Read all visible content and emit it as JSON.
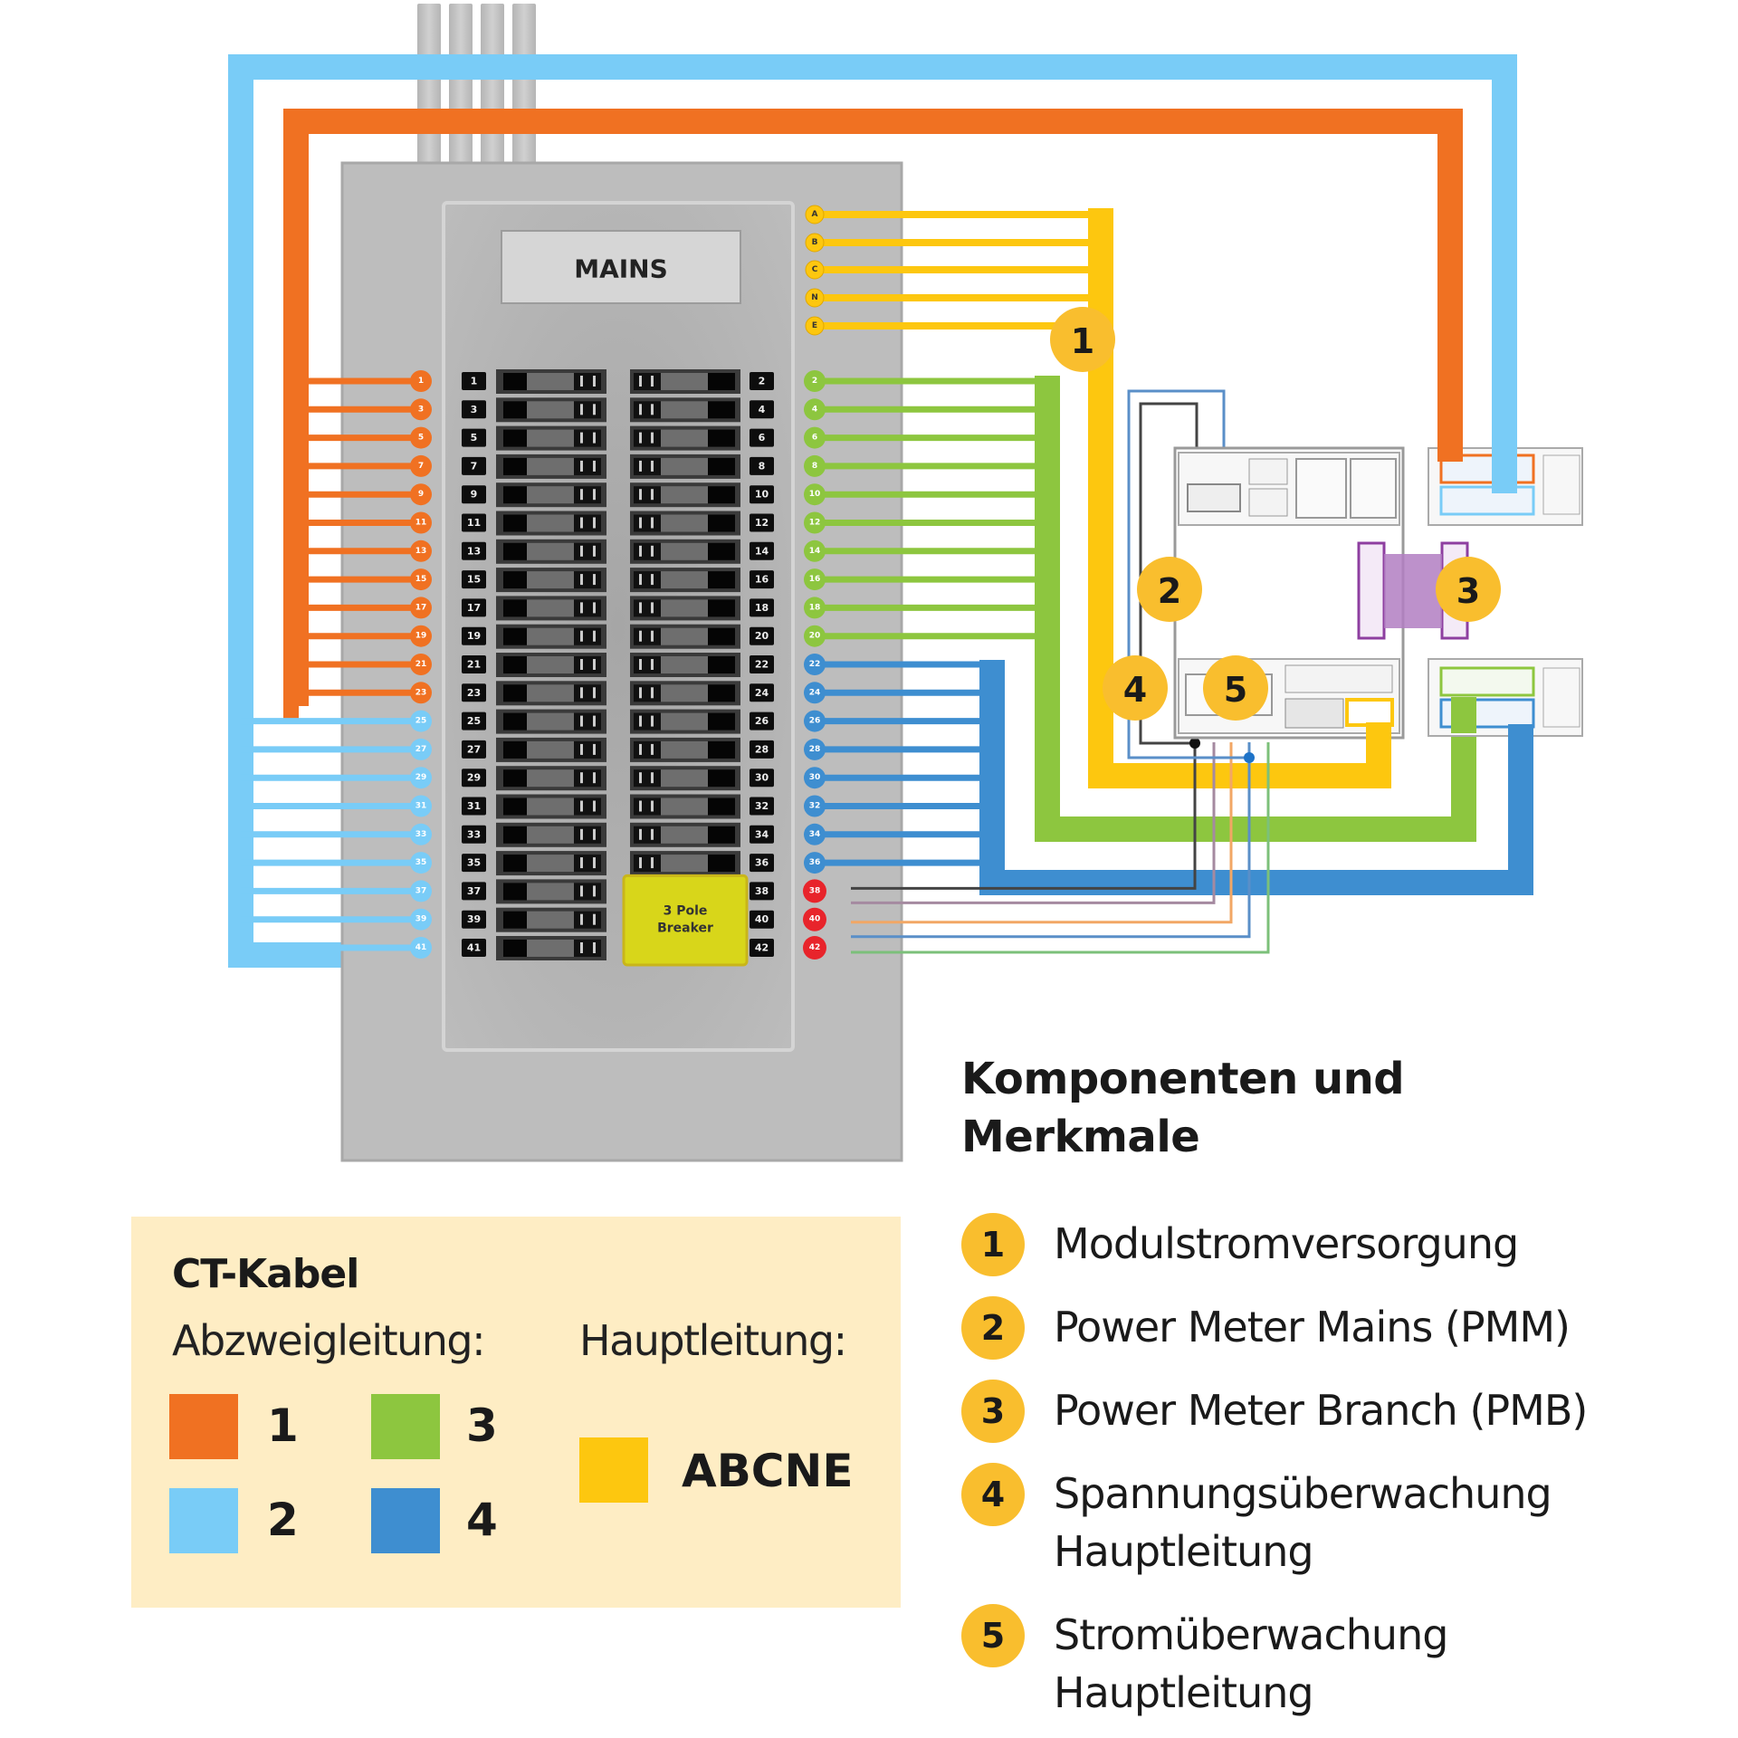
{
  "panel": {
    "mains_label": "MAINS",
    "three_pole_breaker_label": [
      "3 Pole",
      "Breaker"
    ],
    "main_terminals": [
      "A",
      "B",
      "C",
      "N",
      "E"
    ],
    "left_breakers": [
      "1",
      "3",
      "5",
      "7",
      "9",
      "11",
      "13",
      "15",
      "17",
      "19",
      "21",
      "23",
      "25",
      "27",
      "29",
      "31",
      "33",
      "35",
      "37",
      "39",
      "41"
    ],
    "right_breakers": [
      "2",
      "4",
      "6",
      "8",
      "10",
      "12",
      "14",
      "16",
      "18",
      "20",
      "22",
      "24",
      "26",
      "28",
      "30",
      "32",
      "34",
      "36",
      "38",
      "40",
      "42"
    ]
  },
  "colors": {
    "branch_1": "#F07122",
    "branch_2": "#79CCF7",
    "branch_3": "#8DC63F",
    "branch_4": "#3E8ED0",
    "mains": "#FDC70F",
    "badge": "#F9BE2E",
    "unmonitored": "#E8242B",
    "legend_bg": "#FEEDC4"
  },
  "diagram_badges": [
    "1",
    "2",
    "3",
    "4",
    "5"
  ],
  "legend": {
    "title": "CT-Kabel",
    "branch_heading": "Abzweigleitung:",
    "mains_heading": "Hauptleitung:",
    "branch_items": [
      {
        "label": "1",
        "color": "#F07122"
      },
      {
        "label": "2",
        "color": "#79CCF7"
      },
      {
        "label": "3",
        "color": "#8DC63F"
      },
      {
        "label": "4",
        "color": "#3E8ED0"
      }
    ],
    "mains_item": {
      "label": "ABCNE",
      "color": "#FDC70F"
    }
  },
  "features": {
    "title_line1": "Komponenten und",
    "title_line2": "Merkmale",
    "items": [
      {
        "num": "1",
        "lines": [
          "Modulstromversorgung"
        ]
      },
      {
        "num": "2",
        "lines": [
          "Power Meter Mains (PMM)"
        ]
      },
      {
        "num": "3",
        "lines": [
          "Power Meter Branch (PMB)"
        ]
      },
      {
        "num": "4",
        "lines": [
          "Spannungsüberwachung",
          "Hauptleitung"
        ]
      },
      {
        "num": "5",
        "lines": [
          "Stromüberwachung",
          "Hauptleitung"
        ]
      }
    ]
  }
}
